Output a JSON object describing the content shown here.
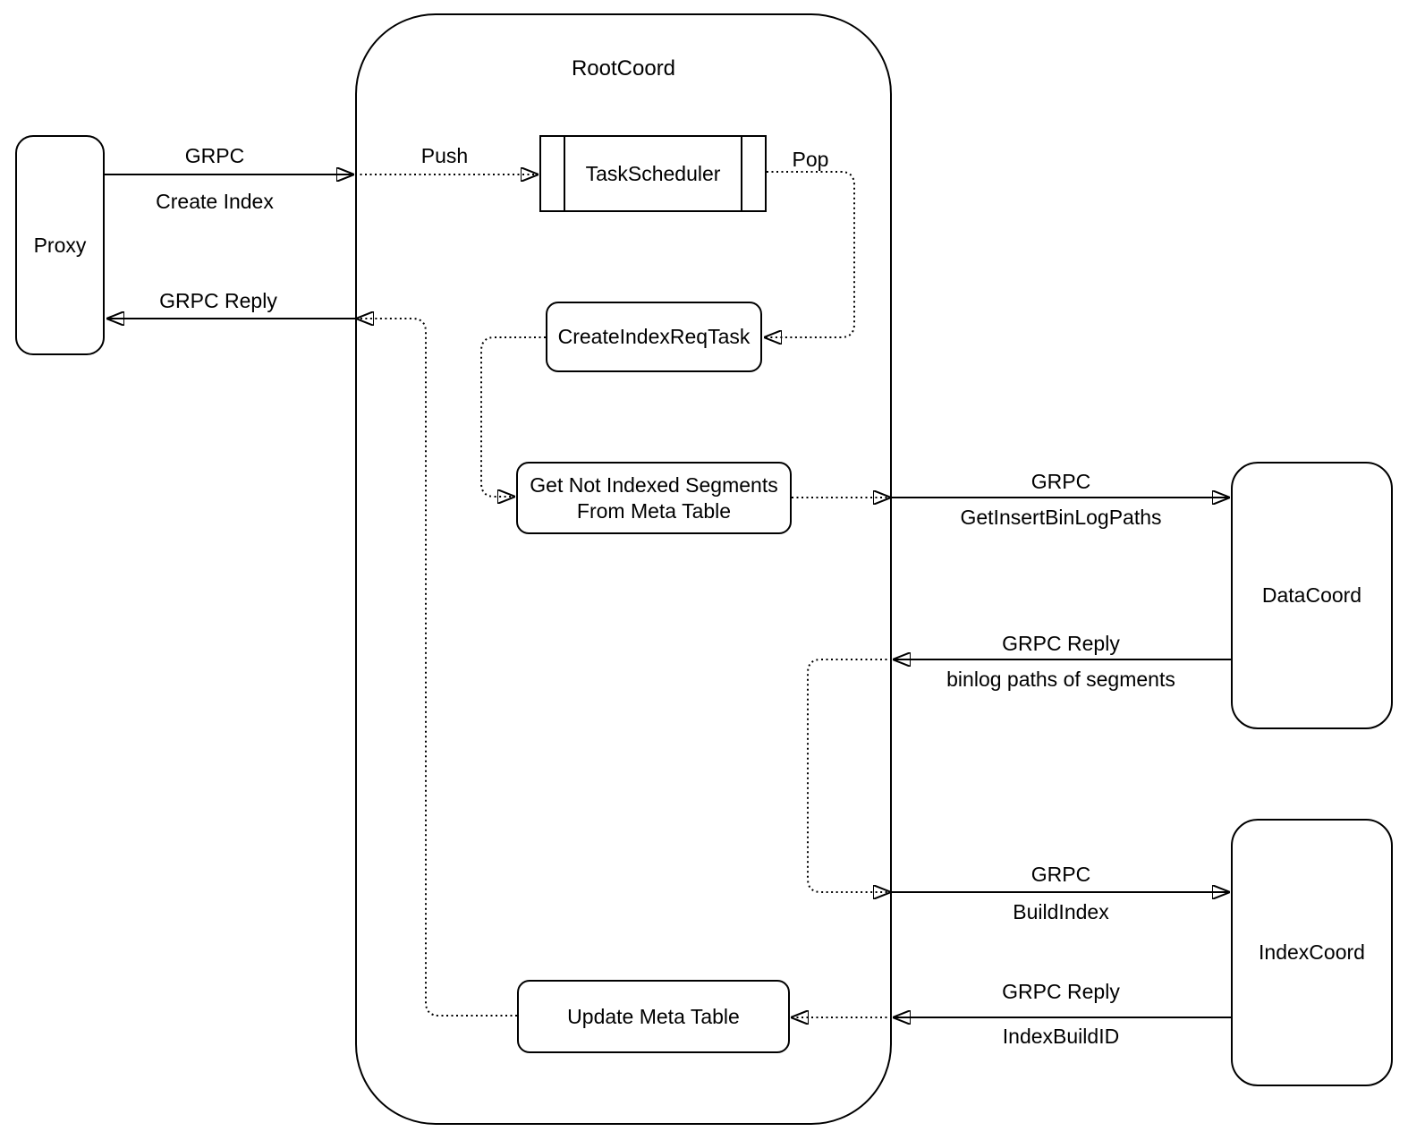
{
  "diagram": {
    "background_color": "#ffffff",
    "line_color": "#000000",
    "nodes": {
      "proxy": {
        "label": "Proxy"
      },
      "rootcoord": {
        "label": "RootCoord"
      },
      "taskscheduler": {
        "label": "TaskScheduler"
      },
      "createindexreqtask": {
        "label": "CreateIndexReqTask"
      },
      "get_not_indexed": {
        "line1": "Get Not Indexed Segments",
        "line2": "From Meta Table"
      },
      "update_meta_table": {
        "label": "Update Meta Table"
      },
      "datacoord": {
        "label": "DataCoord"
      },
      "indexcoord": {
        "label": "IndexCoord"
      }
    },
    "edges": {
      "create_index": {
        "line1": "GRPC",
        "line2": "Create Index"
      },
      "grpc_reply_proxy": {
        "line1": "GRPC Reply"
      },
      "push": {
        "label": "Push"
      },
      "pop": {
        "label": "Pop"
      },
      "get_insert_binlog": {
        "line1": "GRPC",
        "line2": "GetInsertBinLogPaths"
      },
      "binlog_reply": {
        "line1": "GRPC Reply",
        "line2": "binlog paths of segments"
      },
      "build_index": {
        "line1": "GRPC",
        "line2": "BuildIndex"
      },
      "index_build_reply": {
        "line1": "GRPC Reply",
        "line2": "IndexBuildID"
      }
    }
  }
}
